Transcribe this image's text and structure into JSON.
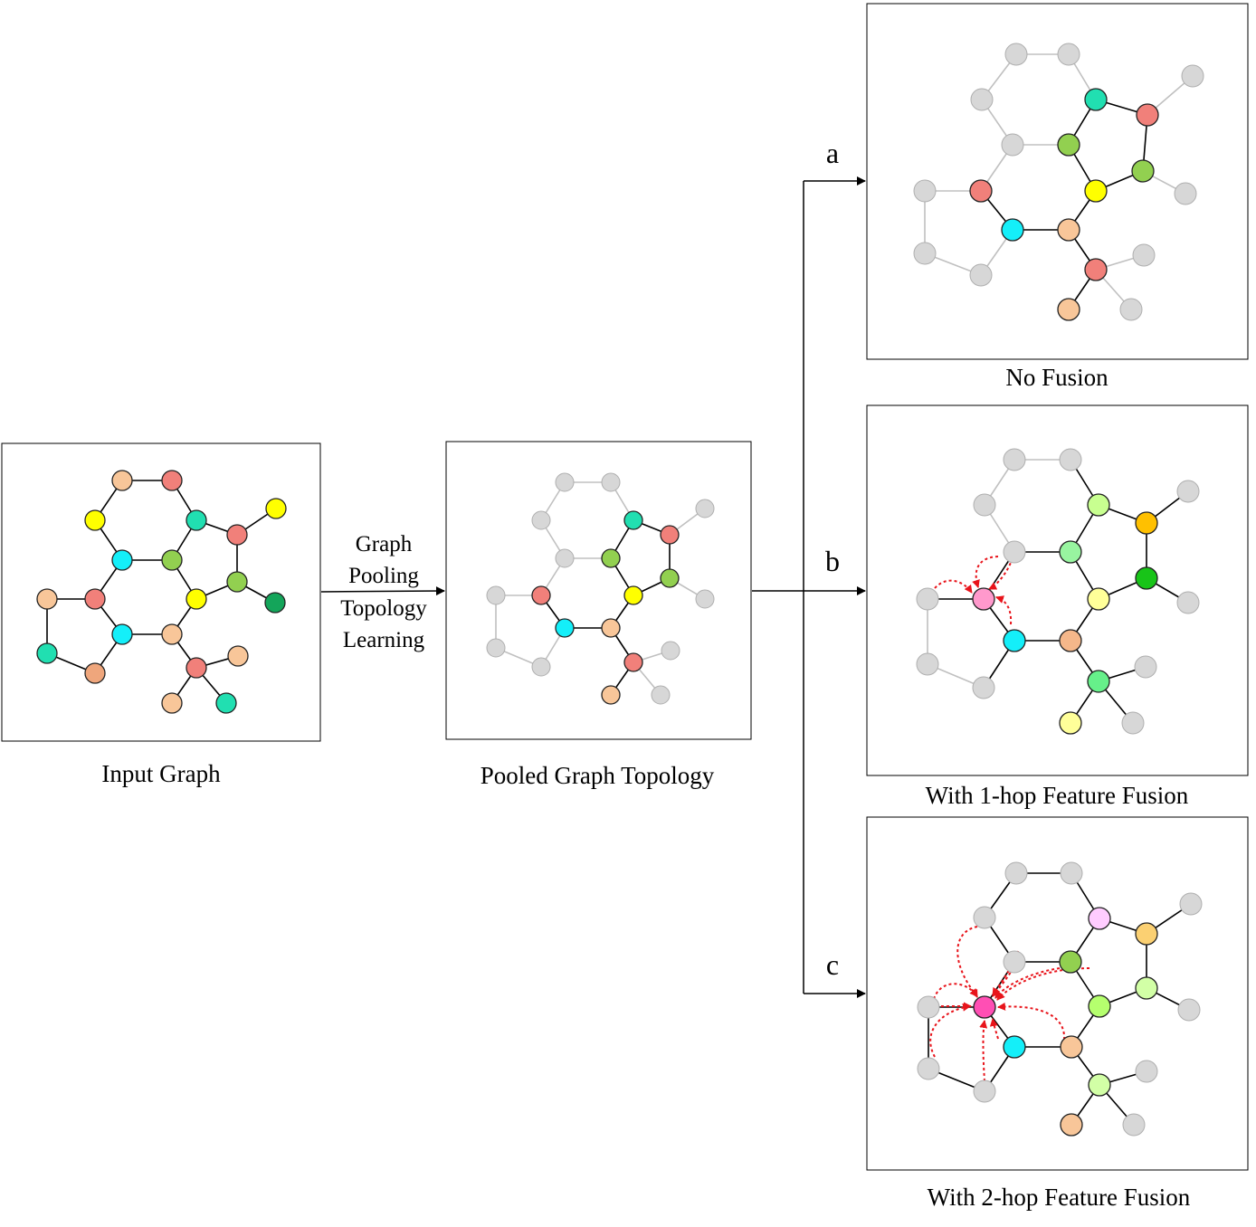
{
  "captions": {
    "input": "Input Graph",
    "pooled": "Pooled Graph Topology",
    "no_fusion": "No Fusion",
    "one_hop": "With 1-hop Feature Fusion",
    "two_hop": "With 2-hop Feature Fusion"
  },
  "arrow_label_lines": [
    "Graph",
    "Pooling",
    "Topology",
    "Learning"
  ],
  "branch_labels": {
    "a": "a",
    "b": "b",
    "c": "c"
  },
  "colors": {
    "salmon": "#F1807A",
    "peach": "#F8C699",
    "yellow": "#FFFF00",
    "teal": "#21DFB1",
    "cyan": "#14EFF9",
    "olive_green": "#92D050",
    "dark_green": "#14A55A",
    "sandy": "#EFA67C",
    "inactive_gray": "#D7D7D7",
    "active_edge": "#000000",
    "inactive_edge": "#C0C0C0",
    "fusion_arrow": "#E8141B",
    "pink": "#FF99CC",
    "hot_pink": "#FF4FB4",
    "light_green": "#C8FF90",
    "mint_green": "#98F5A0",
    "pale_yellow": "#FFFF99",
    "orange": "#FFC000",
    "bright_green": "#18C418",
    "light_orange": "#F5B78A",
    "spring_green": "#66F08A",
    "lavender_pink": "#FFCCFF",
    "pale_orange": "#FBD072",
    "lime": "#B5FF6E",
    "pale_lime": "#D2FFA6"
  }
}
